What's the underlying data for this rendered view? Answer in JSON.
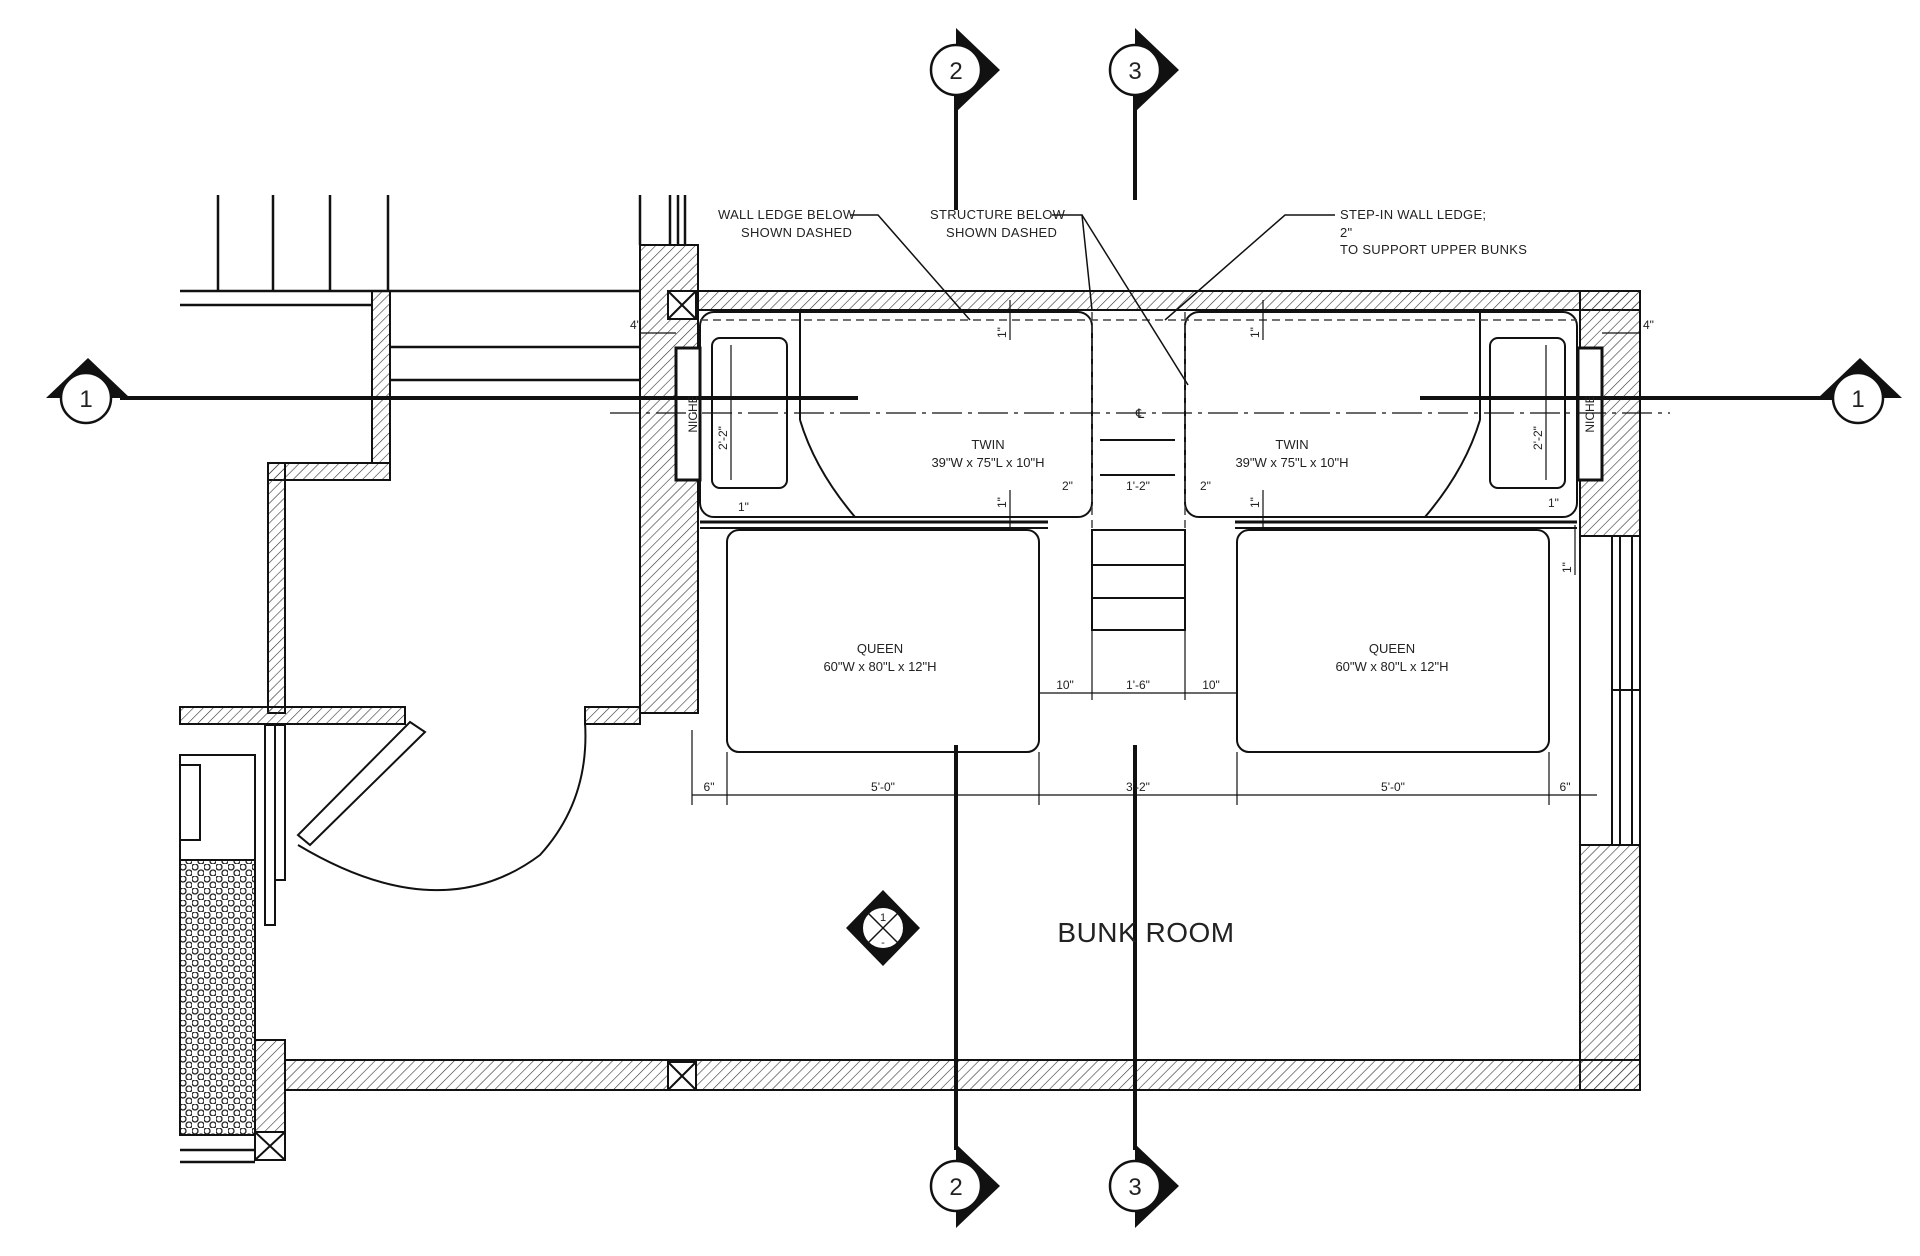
{
  "notes": {
    "wall_ledge_l1": "WALL LEDGE BELOW",
    "wall_ledge_l2": "SHOWN DASHED",
    "structure_l1": "STRUCTURE BELOW",
    "structure_l2": "SHOWN DASHED",
    "step_in_l1": "STEP-IN WALL LEDGE;",
    "step_in_l2": "2\"",
    "step_in_l3": "TO SUPPORT UPPER BUNKS"
  },
  "room_name": "BUNK ROOM",
  "twin_label": "TWIN",
  "twin_size": "39\"W x 75\"L x 10\"H",
  "queen_label": "QUEEN",
  "queen_size": "60\"W x 80\"L x 12\"H",
  "niche_label": "NICHE",
  "centerline_symbol": "℄",
  "section_markers": [
    "1",
    "2",
    "3"
  ],
  "elevation_tag": {
    "top": "1",
    "bottom": "-"
  },
  "dims": {
    "d4in": "4\"",
    "d1in": "1\"",
    "d2in": "2\"",
    "d2ft2": "2'-2\"",
    "d1ft2": "1'-2\"",
    "d10in": "10\"",
    "d1ft6": "1'-6\"",
    "d6in": "6\"",
    "d5ft0": "5'-0\"",
    "d3ft2": "3'-2\""
  },
  "colors": {
    "line": "#111111",
    "hatch": "#333333",
    "text": "#222222"
  }
}
